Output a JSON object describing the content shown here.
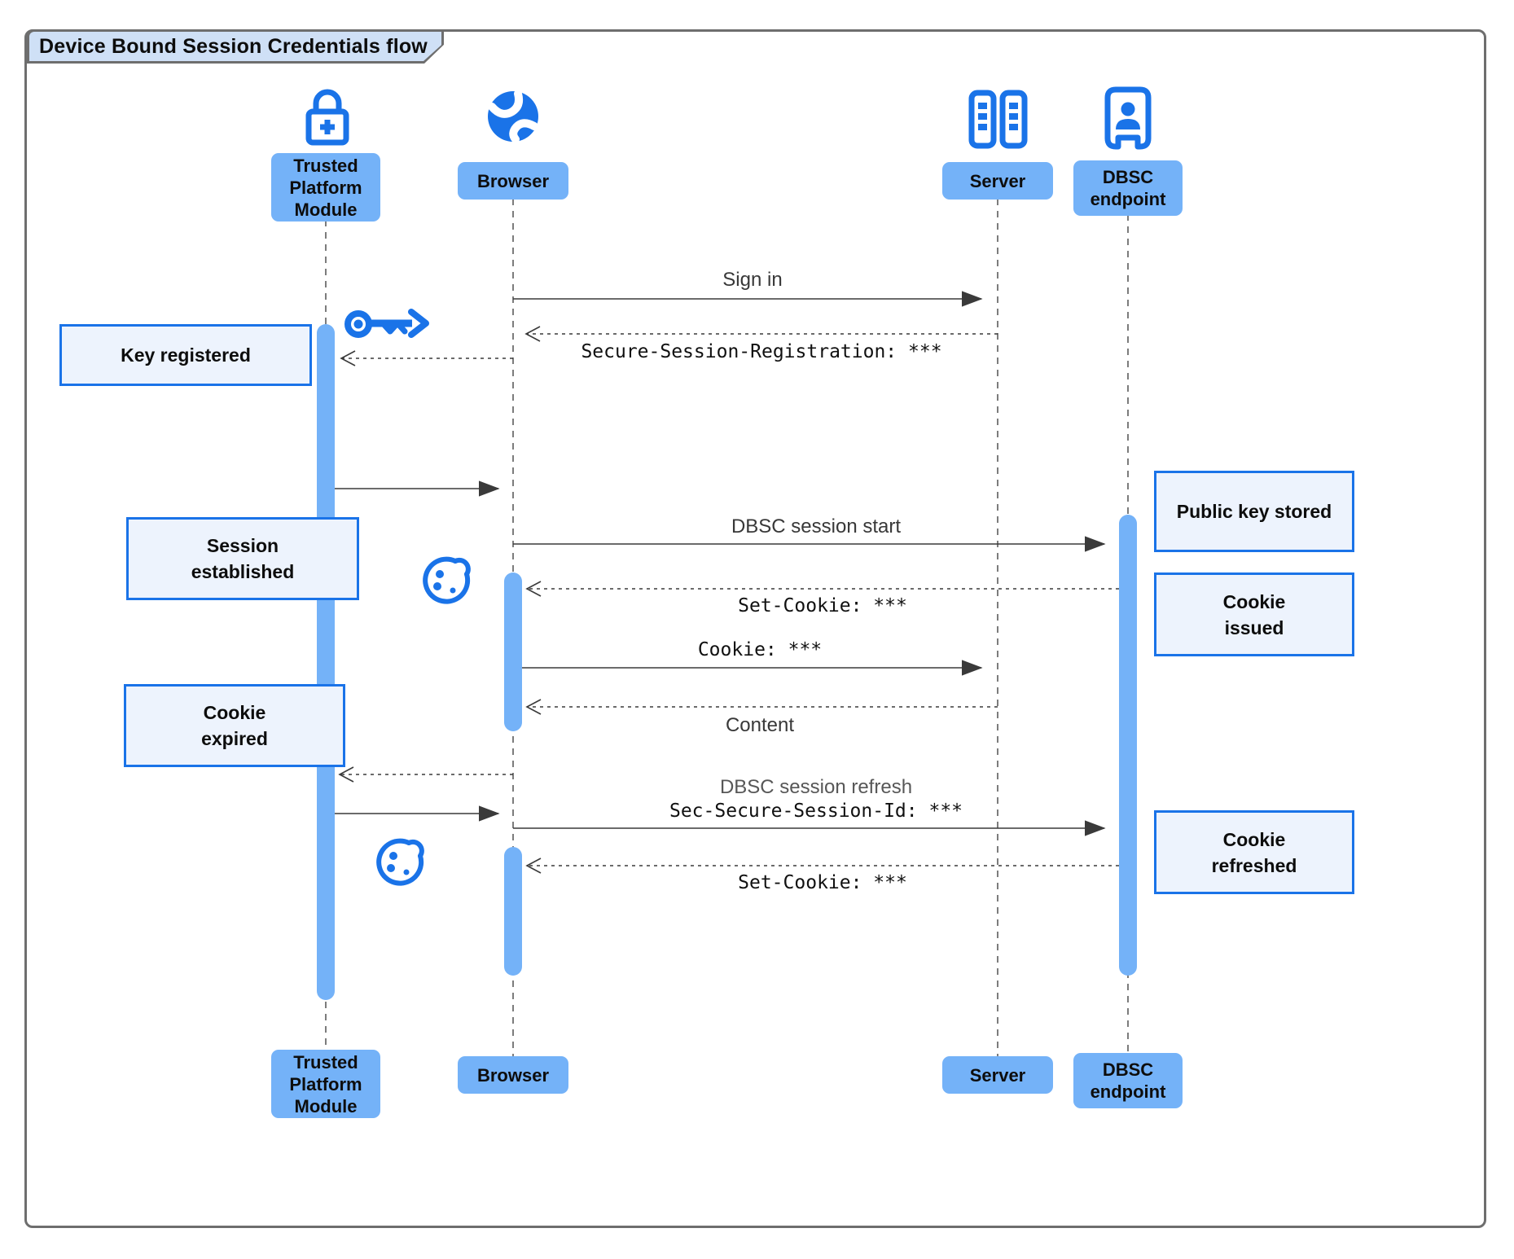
{
  "title": "Device Bound Session Credentials flow",
  "actors": {
    "tpm": {
      "label": "Trusted\nPlatform\nModule",
      "icon": "lock-plus-icon"
    },
    "browser": {
      "label": "Browser",
      "icon": "globe-icon"
    },
    "server": {
      "label": "Server",
      "icon": "server-rack-icon"
    },
    "dbsc": {
      "label": "DBSC\nendpoint",
      "icon": "person-badge-icon"
    }
  },
  "messages": {
    "sign_in": "Sign in",
    "secure_session_registration": "Secure-Session-Registration: ***",
    "dbsc_session_start": "DBSC session start",
    "set_cookie_issue": "Set-Cookie: ***",
    "cookie": "Cookie: ***",
    "content": "Content",
    "dbsc_session_refresh": "DBSC session refresh",
    "sec_secure_session_id": "Sec-Secure-Session-Id: ***",
    "set_cookie_refresh": "Set-Cookie: ***"
  },
  "notes": {
    "key_registered": "Key registered",
    "session_established": "Session\nestablished",
    "cookie_expired": "Cookie\nexpired",
    "public_key_stored": "Public key stored",
    "cookie_issued": "Cookie\nissued",
    "cookie_refreshed": "Cookie\nrefreshed"
  },
  "decorations": {
    "key_icon": "key-icon",
    "cookie_icon_1": "cookie-icon",
    "cookie_icon_2": "cookie-icon"
  },
  "colors": {
    "accent": "#1a73e8",
    "activation_bar": "#74b2f8",
    "actor_label_fill": "#74b2f8",
    "note_fill": "#edf3fd",
    "note_border": "#1a73e8",
    "title_tab_fill": "#cfe0f6",
    "frame_border": "#6e6e6e",
    "arrow": "#3a3a3a"
  }
}
